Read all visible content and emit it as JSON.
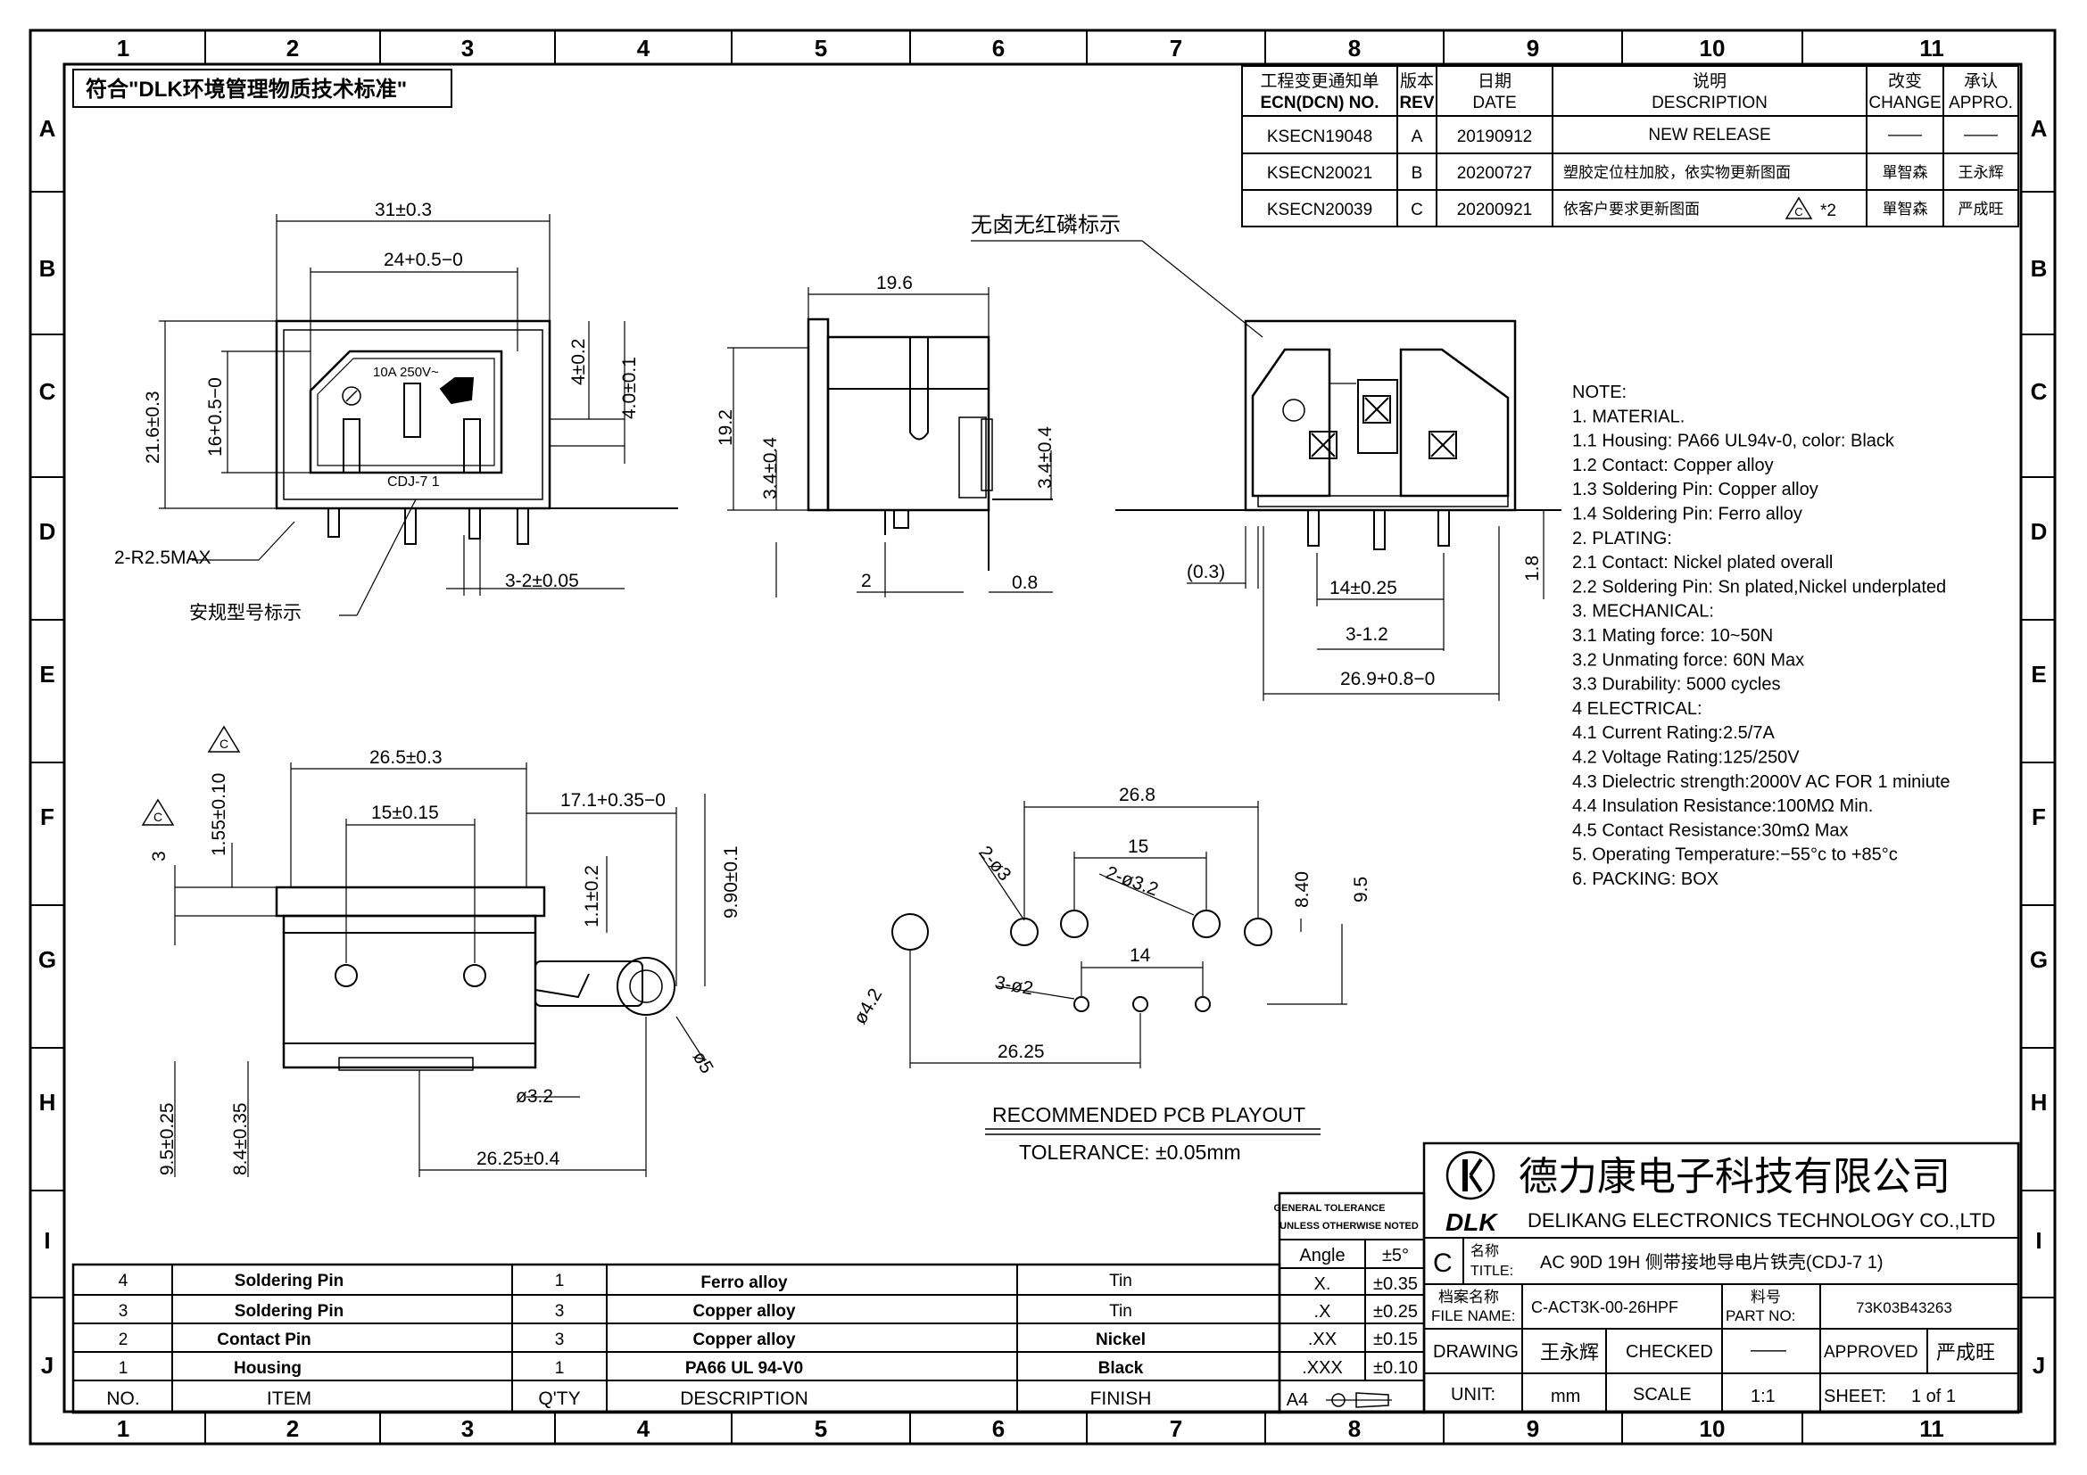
{
  "zones": {
    "columns": [
      "1",
      "2",
      "3",
      "4",
      "5",
      "6",
      "7",
      "8",
      "9",
      "10",
      "11"
    ],
    "rows": [
      "A",
      "B",
      "C",
      "D",
      "E",
      "F",
      "G",
      "H",
      "I",
      "J"
    ]
  },
  "standard_box": "符合\"DLK环境管理物质技术标准\"",
  "revision_table": {
    "headers": {
      "ecn_cn": "工程变更通知单",
      "ecn_en": "ECN(DCN) NO.",
      "rev_cn": "版本",
      "rev_en": "REV",
      "date_cn": "日期",
      "date_en": "DATE",
      "desc_cn": "说明",
      "desc_en": "DESCRIPTION",
      "change_cn": "改变",
      "change_en": "CHANGE",
      "appro_cn": "承认",
      "appro_en": "APPRO."
    },
    "rows": [
      {
        "ecn": "KSECN19048",
        "rev": "A",
        "date": "20190912",
        "desc": "NEW  RELEASE",
        "change": "——",
        "appro": "——"
      },
      {
        "ecn": "KSECN20021",
        "rev": "B",
        "date": "20200727",
        "desc": "塑胶定位柱加胶，依实物更新图面",
        "change": "單智森",
        "appro": "王永辉"
      },
      {
        "ecn": "KSECN20039",
        "rev": "C",
        "date": "20200921",
        "desc": "依客户要求更新图面",
        "change": "單智森",
        "appro": "严成旺"
      }
    ],
    "rev_note": "*2"
  },
  "labels": {
    "halogen_free": "无卤无红磷标示",
    "safety_model": "安规型号标示",
    "radius": "2-R2.5MAX",
    "pcb_layout": "RECOMMENDED  PCB  PLAYOUT",
    "tolerance": "TOLERANCE:  ±0.05mm",
    "front_rating": "10A  250V~",
    "front_model": "CDJ-7  1",
    "rev_marker": "C"
  },
  "dimensions": {
    "front": [
      "31±0.3",
      "24+0.5−0",
      "21.6±0.3",
      "16+0.5−0",
      "4±0.2",
      "4.0±0.1",
      "3-2±0.05"
    ],
    "side": [
      "19.6",
      "19.2",
      "3.4±0.4",
      "3.4±0.4",
      "2",
      "0.8"
    ],
    "rear": [
      "(0.3)",
      "14±0.25",
      "3-1.2",
      "26.9+0.8−0",
      "1.8"
    ],
    "bottom": [
      "26.5±0.3",
      "15±0.15",
      "17.1+0.35−0",
      "1.55±0.10",
      "3",
      "1.1±0.2",
      "9.90±0.1",
      "ø5",
      "ø3.2",
      "9.5±0.25",
      "8.4±0.35",
      "26.25±0.4"
    ],
    "pcb": [
      "26.8",
      "15",
      "2-ø3.2",
      "2-ø3",
      "8.40",
      "9.5",
      "14",
      "3-ø2",
      "ø4.2",
      "26.25"
    ]
  },
  "notes": [
    "NOTE:",
    "1.  MATERIAL.",
    "1.1  Housing:  PA66  UL94v-0,  color:  Black",
    "1.2  Contact:  Copper  alloy",
    "1.3  Soldering  Pin:  Copper  alloy",
    "1.4  Soldering  Pin:    Ferro  alloy",
    "2.  PLATING:",
    "2.1  Contact:  Nickel  plated  overall",
    "2.2  Soldering  Pin:  Sn  plated,Nickel  underplated",
    "3.    MECHANICAL:",
    "3.1  Mating  force:  10~50N",
    "3.2  Unmating  force:  60N  Max",
    "3.3  Durability:  5000  cycles",
    "4    ELECTRICAL:",
    "4.1  Current  Rating:2.5/7A",
    "4.2  Voltage  Rating:125/250V",
    "4.3  Dielectric  strength:2000V  AC  FOR  1  miniute",
    "4.4  Insulation  Resistance:100MΩ  Min.",
    "4.5  Contact  Resistance:30mΩ  Max",
    "5.  Operating  Temperature:−55°c  to  +85°c",
    "6.  PACKING:  BOX"
  ],
  "bom": {
    "headers": {
      "no": "NO.",
      "item": "ITEM",
      "qty": "Q'TY",
      "desc": "DESCRIPTION",
      "finish": "FINISH"
    },
    "rows": [
      {
        "no": "4",
        "item": "Soldering  Pin",
        "qty": "1",
        "desc": "Ferro  alloy",
        "finish": "Tin"
      },
      {
        "no": "3",
        "item": "Soldering  Pin",
        "qty": "3",
        "desc": "Copper  alloy",
        "finish": "Tin"
      },
      {
        "no": "2",
        "item": "Contact  Pin",
        "qty": "3",
        "desc": "Copper  alloy",
        "finish": "Nickel"
      },
      {
        "no": "1",
        "item": "Housing",
        "qty": "1",
        "desc": "PA66  UL  94-V0",
        "finish": "Black"
      }
    ]
  },
  "tolerance_block": {
    "title1": "GENERAL  TOLERANCE",
    "title2": "UNLESS  OTHERWISE  NOTED",
    "rows": [
      {
        "k": "Angle",
        "v": "±5°"
      },
      {
        "k": "X.",
        "v": "±0.35"
      },
      {
        "k": ".X",
        "v": "±0.25"
      },
      {
        "k": ".XX",
        "v": "±0.15"
      },
      {
        "k": ".XXX",
        "v": "±0.10"
      }
    ],
    "paper": "A4"
  },
  "title_block": {
    "company_cn": "德力康电子科技有限公司",
    "logo_text": "DLK",
    "company_en": "DELIKANG  ELECTRONICS  TECHNOLOGY  CO.,LTD",
    "rev_letter": "C",
    "title_label_cn": "名称",
    "title_label_en": "TITLE:",
    "title_value": "AC 90D 19H  侧带接地导电片铁壳(CDJ-7 1)",
    "file_label_cn": "档案名称",
    "file_label_en": "FILE  NAME:",
    "file_value": "C-ACT3K-00-26HPF",
    "part_label_cn": "料号",
    "part_label_en": "PART  NO:",
    "part_value": "73K03B43263",
    "drawing_label": "DRAWING",
    "drawing_value": "王永辉",
    "checked_label": "CHECKED",
    "checked_value": "——",
    "approved_label": "APPROVED",
    "approved_value": "严成旺",
    "unit_label": "UNIT:",
    "unit_value": "mm",
    "scale_label": "SCALE",
    "scale_value": "1:1",
    "sheet_label": "SHEET:",
    "sheet_value": "1  of  1"
  }
}
